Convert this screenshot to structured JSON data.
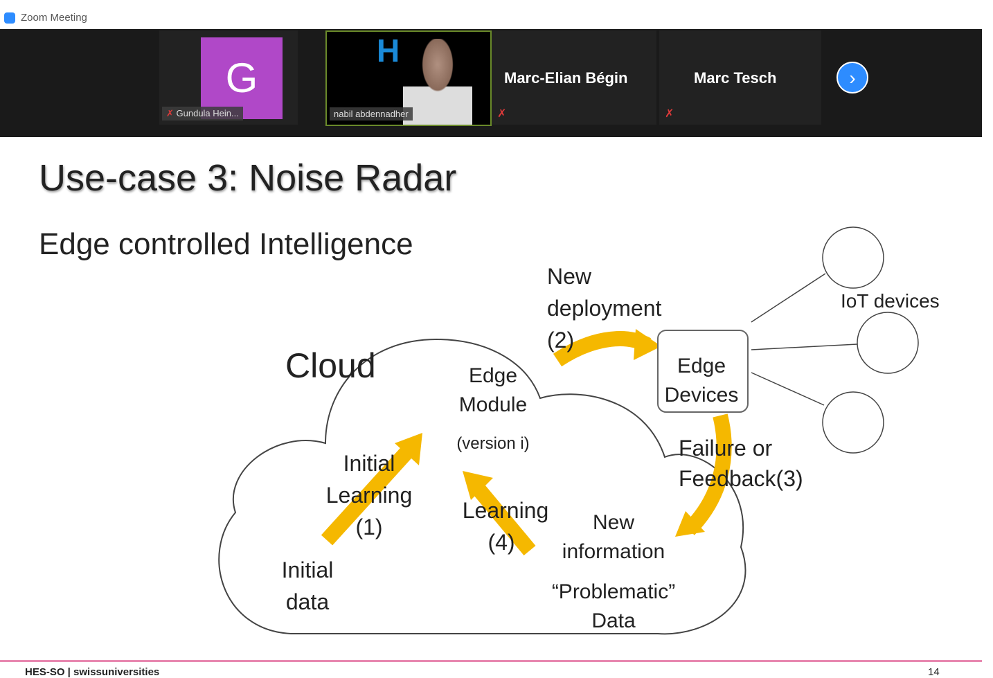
{
  "window": {
    "title": "Zoom Meeting"
  },
  "participants": [
    {
      "initial": "G",
      "name": "Gundula Hein...",
      "avatar_color": "#b048c8"
    },
    {
      "name": "nabil abdennadher",
      "video": true
    },
    {
      "name": "Marc-Elian Bégin"
    },
    {
      "name": "Marc Tesch"
    }
  ],
  "nav": {
    "next_icon": "chevron-right-icon"
  },
  "slide": {
    "title": "Use-case 3: Noise Radar",
    "subtitle": "Edge controlled Intelligence",
    "diagram": {
      "cloud": "Cloud",
      "edge_module": [
        "Edge",
        "Module",
        "(version i)"
      ],
      "initial_learning": [
        "Initial",
        "Learning",
        "(1)"
      ],
      "initial_data": [
        "Initial",
        "data"
      ],
      "learning": [
        "Learning",
        "(4)"
      ],
      "new_info": [
        "New",
        "information",
        "“Problematic”",
        "Data"
      ],
      "new_deployment": [
        "New",
        "deployment",
        "(2)"
      ],
      "edge_devices": [
        "Edge",
        "Devices"
      ],
      "failure": [
        "Failure or",
        "Feedback(3)"
      ],
      "iot": "IoT devices"
    },
    "footer": "HES-SO | swissuniversities",
    "page": "14"
  },
  "colors": {
    "arrow": "#f5b800",
    "accent": "#2d8cff"
  }
}
